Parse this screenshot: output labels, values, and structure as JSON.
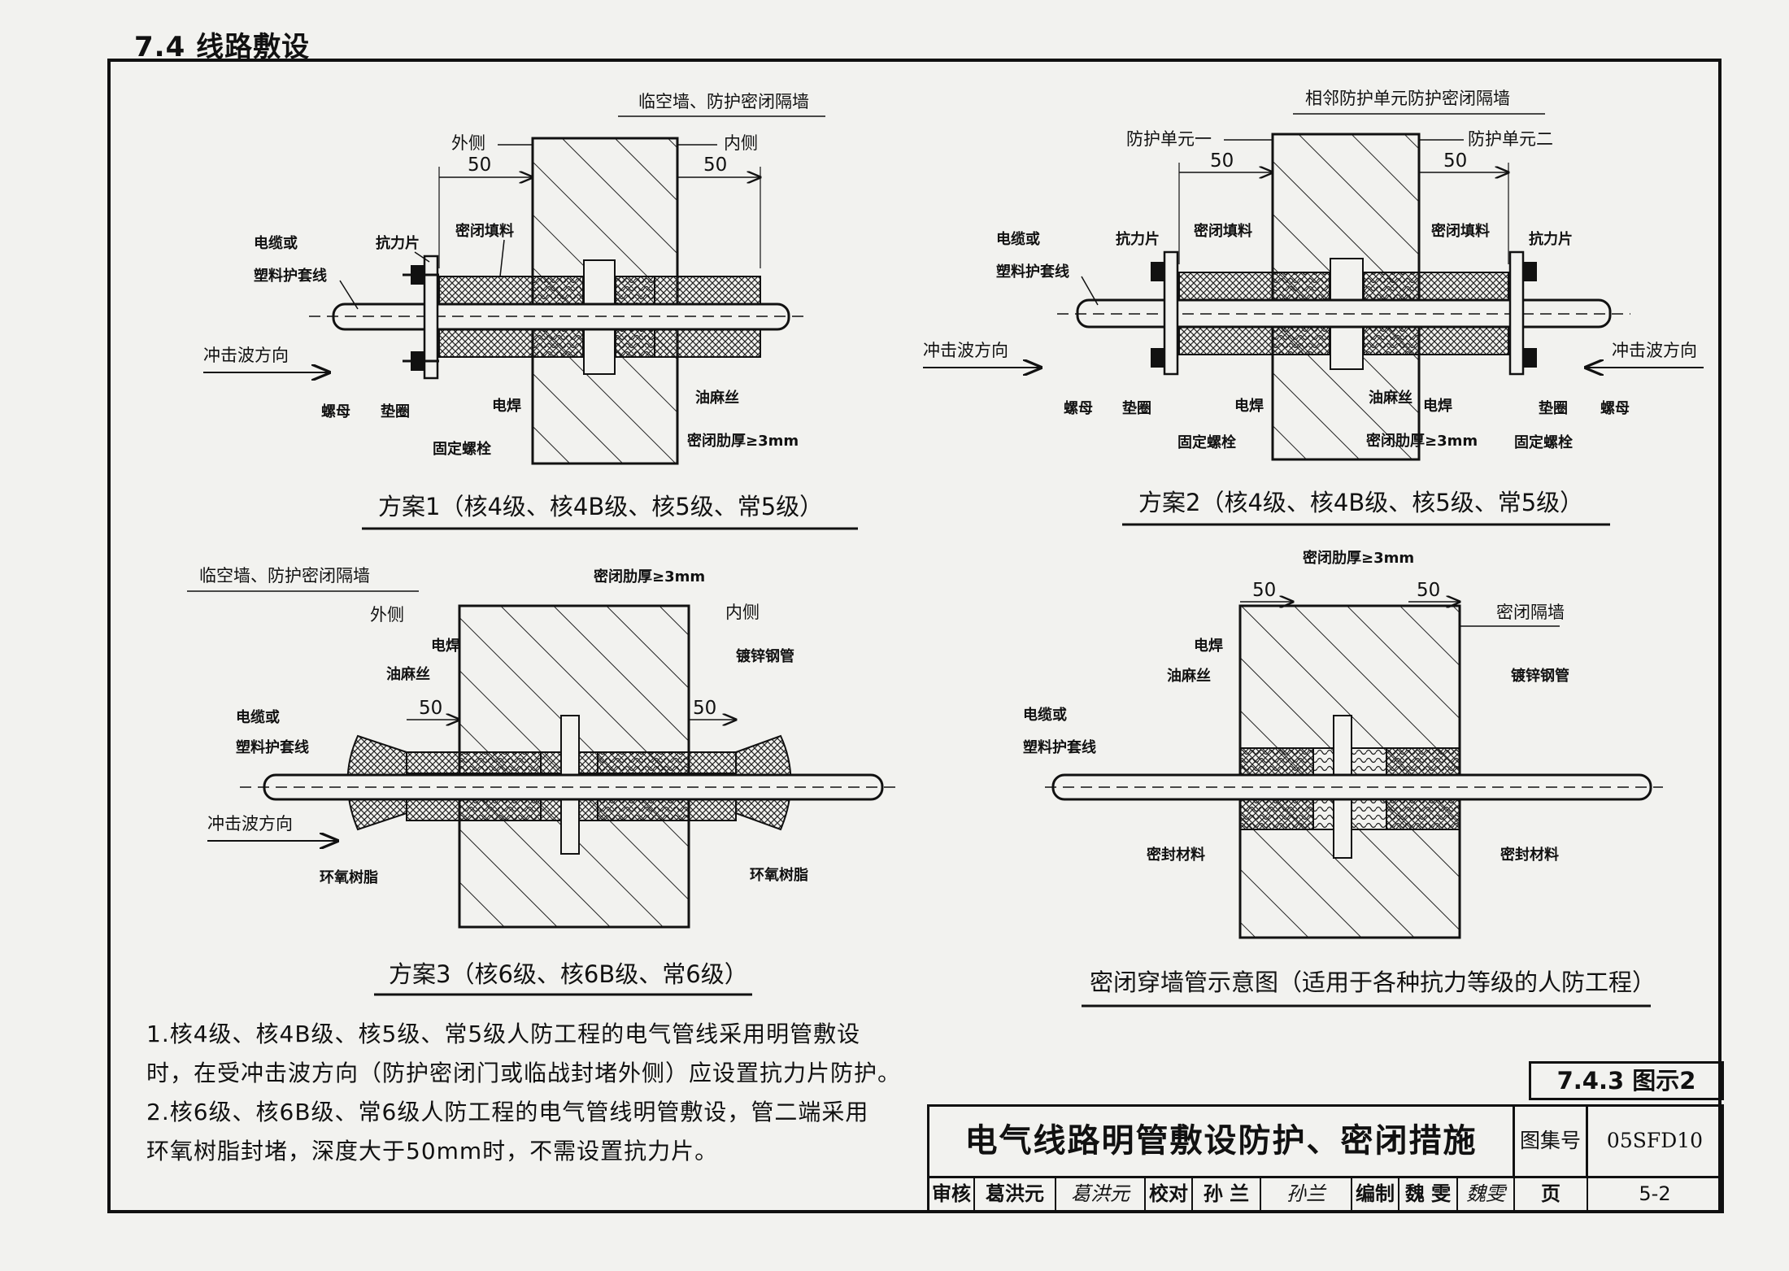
{
  "section_title": "7.4 线路敷设",
  "fig1": {
    "wall_label": "临空墙、防护密闭隔墙",
    "outside": "外侧",
    "inside": "内侧",
    "dim_left": "50",
    "dim_right": "50",
    "cable": [
      "电缆或",
      "塑料护套线"
    ],
    "plate": "抗力片",
    "filler": "密闭填料",
    "wave": "冲击波方向",
    "nut": "螺母",
    "washer": "垫圈",
    "weld": "电焊",
    "hemp": "油麻丝",
    "bolt": "固定螺栓",
    "rib": "密闭肋厚≥3mm",
    "caption": "方案1（核4级、核4B级、核5级、常5级）"
  },
  "fig2": {
    "wall_label": "相邻防护单元防护密闭隔墙",
    "unit1": "防护单元一",
    "unit2": "防护单元二",
    "dim_left": "50",
    "dim_right": "50",
    "cable": [
      "电缆或",
      "塑料护套线"
    ],
    "plate_left": "抗力片",
    "plate_right": "抗力片",
    "filler_left": "密闭填料",
    "filler_right": "密闭填料",
    "wave_left": "冲击波方向",
    "wave_right": "冲击波方向",
    "nut_left": "螺母",
    "washer_left": "垫圈",
    "bolt_left": "固定螺栓",
    "weld_left": "电焊",
    "hemp": "油麻丝",
    "weld_right": "电焊",
    "rib": "密闭肋厚≥3mm",
    "bolt_right": "固定螺栓",
    "washer_right": "垫圈",
    "nut_right": "螺母",
    "caption": "方案2（核4级、核4B级、核5级、常5级）"
  },
  "fig3": {
    "wall_label": "临空墙、防护密闭隔墙",
    "rib": "密闭肋厚≥3mm",
    "outside": "外侧",
    "inside": "内侧",
    "weld": "电焊",
    "hemp": "油麻丝",
    "pipe": "镀锌钢管",
    "dim_left": "50",
    "dim_right": "50",
    "cable": [
      "电缆或",
      "塑料护套线"
    ],
    "wave": "冲击波方向",
    "epoxy_left": "环氧树脂",
    "epoxy_right": "环氧树脂",
    "caption": "方案3（核6级、核6B级、常6级）"
  },
  "fig4": {
    "rib": "密闭肋厚≥3mm",
    "dim_left": "50",
    "dim_right": "50",
    "wall_label": "密闭隔墙",
    "weld": "电焊",
    "hemp": "油麻丝",
    "pipe": "镀锌钢管",
    "cable": [
      "电缆或",
      "塑料护套线"
    ],
    "seal_left": "密封材料",
    "seal_right": "密封材料",
    "caption": "密闭穿墙管示意图（适用于各种抗力等级的人防工程）"
  },
  "notes": [
    "1.核4级、核4B级、核5级、常5级人防工程的电气管线采用明管敷设",
    "时，在受冲击波方向（防护密闭门或临战封堵外侧）应设置抗力片防护。",
    "2.核6级、核6B级、常6级人防工程的电气管线明管敷设，管二端采用",
    "环氧树脂封堵，深度大于50mm时，不需设置抗力片。"
  ],
  "title_block": {
    "figure_no": "7.4.3 图示2",
    "title": "电气线路明管敷设防护、密闭措施",
    "atlas_label": "图集号",
    "atlas_no": "05SFD10",
    "review_label": "审核",
    "reviewer": "葛洪元",
    "reviewer_sig": "葛洪元",
    "check_label": "校对",
    "checker": "孙 兰",
    "checker_sig": "孙兰",
    "edit_label": "编制",
    "editor": "魏 雯",
    "editor_sig": "魏雯",
    "page_label": "页",
    "page_no": "5-2"
  }
}
